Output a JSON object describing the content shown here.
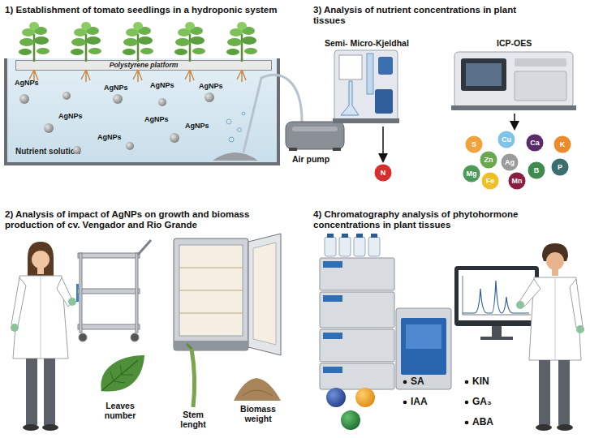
{
  "diagram": {
    "nodes": [
      {
        "text": [
          "Nutrient solution"
        ]
      },
      {
        "text": [
          "Polystyrene platform"
        ],
        "in": 0
      },
      {
        "text": [
          "N"
        ]
      },
      {
        "text": [
          "S"
        ]
      },
      {
        "text": [
          "Cu"
        ]
      },
      {
        "text": [
          "Ca"
        ]
      },
      {
        "text": [
          "K"
        ]
      },
      {
        "text": [
          "Zn"
        ]
      },
      {
        "text": [
          "Ag"
        ]
      },
      {
        "text": [
          "Mg"
        ]
      },
      {
        "text": [
          "Fe"
        ]
      },
      {
        "text": [
          "Mn"
        ]
      },
      {
        "text": [
          "B"
        ]
      },
      {
        "text": [
          "P"
        ]
      }
    ],
    "labels": [
      "1) Establishment of tomato seedlings in a hydroponic system",
      "3) Analysis of nutrient concentrations in plant tissues",
      "Semi- Micro-Kjeldhal",
      "ICP-OES",
      "AgNPs",
      "AgNPs",
      "AgNPs",
      "AgNPs",
      "AgNPs",
      "AgNPs",
      "AgNPs",
      "AgNPs",
      "Air pump",
      "2) Analysis of impact of AgNPs on growth and biomass production of cv. Vengador and Rio Grande",
      "4) Chromatography analysis of phytohormone concentrations in plant tissues",
      "Leaves number",
      "Stem lenght",
      "Biomass weight",
      "SA",
      "KIN",
      "IAA",
      "GA₃",
      "ABA"
    ]
  }
}
